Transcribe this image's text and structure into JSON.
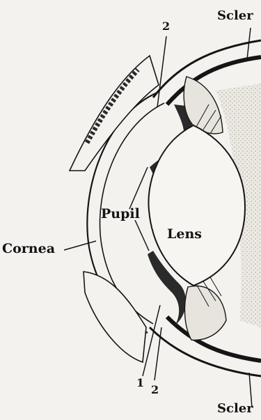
{
  "figure": {
    "labels": {
      "sclera_top": "Scler",
      "sclera_bottom": "Scler",
      "cornea": "Cornea",
      "pupil": "Pupil",
      "lens": "Lens",
      "num_2_top": "2",
      "num_1_bottom": "1",
      "num_2_bottom": "2"
    },
    "colors": {
      "background": "#f3f2ef",
      "ink": "#151515",
      "iris_dark": "#2a2a2a",
      "vitreous_stipple": "#cfcdc7"
    }
  }
}
